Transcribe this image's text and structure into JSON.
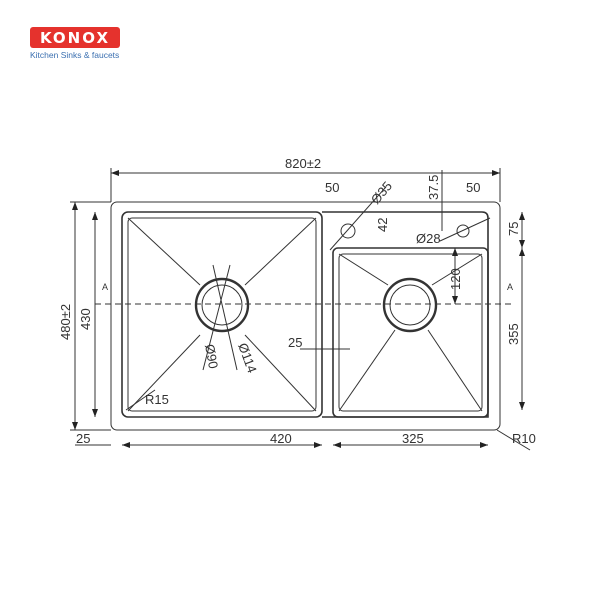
{
  "brand": {
    "name": "KONOX",
    "tagline": "Kitchen Sinks & faucets",
    "color": "#e5322d",
    "tagline_color": "#3a6fb0"
  },
  "drawing": {
    "title": "Double bowl kitchen sink technical drawing",
    "overall_width": "820±2",
    "overall_depth": "480±2",
    "bowl_depth_left": "430",
    "deck_left_margin": "25",
    "left_bowl_width": "420",
    "right_bowl_width": "325",
    "divider_width": "25",
    "corner_radius_bowl": "R15",
    "corner_radius_outer": "R10",
    "tap_hole_left_offset": "50",
    "tap_hole_left_diameter": "Ø35",
    "tap_hole_right_offset": "50",
    "tap_hole_right_diameter": "Ø28",
    "tap_hole_right_depth": "37.5",
    "logo_plate_depth": "42",
    "right_deck_depth": "75",
    "right_bowl_depth": "355",
    "right_drain_offset": "120",
    "drain_inner_diameter": "Ø90",
    "drain_outer_diameter": "Ø114",
    "section_marker": "A"
  }
}
